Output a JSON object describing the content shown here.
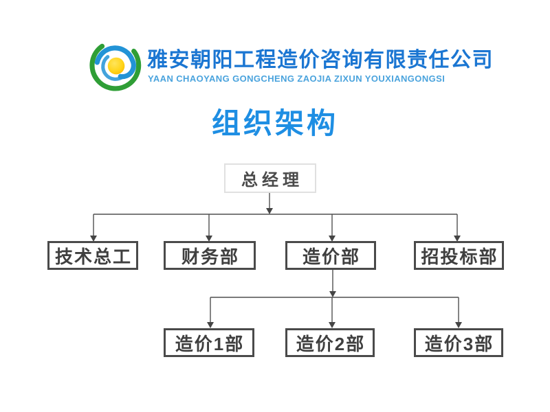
{
  "header": {
    "company_name_zh": "雅安朝阳工程造价咨询有限责任公司",
    "company_name_pinyin": "YAAN CHAOYANG GONGCHENG ZAOJIA ZIXUN YOUXIANGONGSI",
    "logo_colors": {
      "green": "#2f9e36",
      "blue": "#2293d6",
      "light_blue": "#5fb6e6",
      "yellow": "#ffd417",
      "orange": "#f7b500"
    }
  },
  "page_title": "组织架构",
  "colors": {
    "company_name_text": "#1b76d2",
    "pinyin_text": "#4aa3dd",
    "title_text": "#1e8ee3",
    "root_node_border": "#e0e0e0",
    "child_node_border": "#4a4a4a",
    "node_text": "#3f3f3f",
    "connector_line": "#4f4f4f"
  },
  "org_chart": {
    "root": {
      "label": "总经理"
    },
    "level2": [
      {
        "label": "技术总工"
      },
      {
        "label": "财务部"
      },
      {
        "label": "造价部"
      },
      {
        "label": "招投标部"
      }
    ],
    "level3": [
      {
        "label": "造价1部"
      },
      {
        "label": "造价2部"
      },
      {
        "label": "造价3部"
      }
    ]
  }
}
